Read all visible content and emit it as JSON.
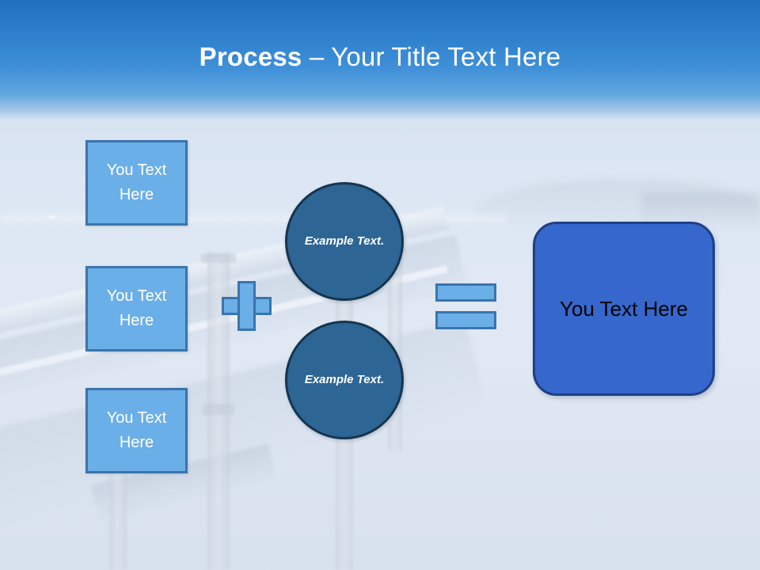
{
  "slide": {
    "title_bold": "Process",
    "title_rest": " – Your Title Text Here",
    "accent_header_top": "#1f6fbf",
    "accent_header_bottom": "#5fa6e0",
    "accent_box_fill": "#6bafe8",
    "accent_box_border": "#3b74ab",
    "accent_circle_fill": "#2d6595",
    "accent_circle_border": "#15354f",
    "accent_result_fill": "#3667cc",
    "accent_result_border": "#1f3f86",
    "title_color": "#ffffff",
    "box_text_color": "#ffffff",
    "result_text_color": "#000000"
  },
  "inputs": [
    {
      "label": "You Text Here"
    },
    {
      "label": "You Text Here"
    },
    {
      "label": "You Text Here"
    }
  ],
  "operators": {
    "plus": "+",
    "equals": "="
  },
  "circles": [
    {
      "label": "Example Text."
    },
    {
      "label": "Example Text."
    }
  ],
  "result": {
    "label": "You Text Here"
  }
}
